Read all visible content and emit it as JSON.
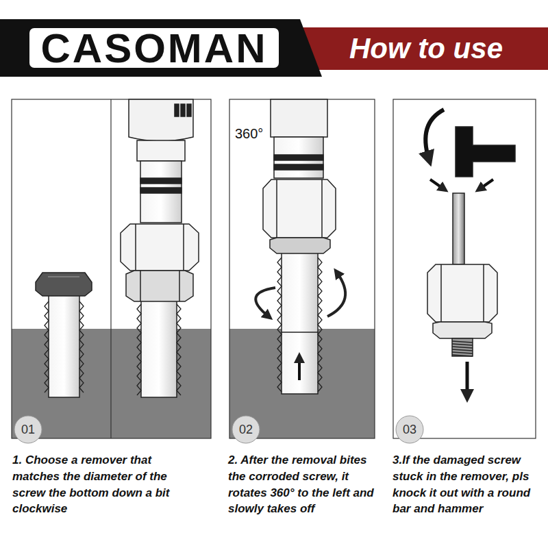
{
  "diagram": {
    "nodes": [
      {
        "text": [
          "CASOMAN"
        ]
      },
      {
        "text": [
          "How to use"
        ]
      },
      {
        "text": [
          "01"
        ]
      },
      {
        "text": [
          "02"
        ]
      },
      {
        "text": [
          "03"
        ]
      }
    ],
    "labels": [
      "360°",
      "1. Choose a remover that matches the diameter of the screw the bottom down a bit clockwise",
      "2. After the removal bites the corroded screw, it rotates 360° to the left and slowly takes off",
      "3.If the damaged screw stuck in the remover, pls knock it out with a round bar and hammer"
    ]
  }
}
